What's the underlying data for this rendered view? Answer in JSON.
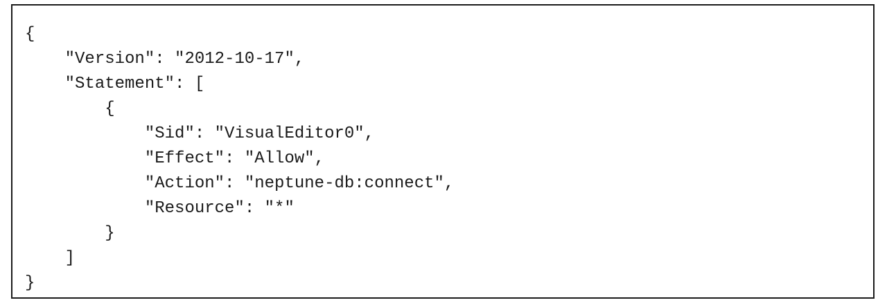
{
  "code": {
    "lines": [
      "{",
      "    \"Version\": \"2012-10-17\",",
      "    \"Statement\": [",
      "        {",
      "            \"Sid\": \"VisualEditor0\",",
      "            \"Effect\": \"Allow\",",
      "            \"Action\": \"neptune-db:connect\",",
      "            \"Resource\": \"*\"",
      "        }",
      "    ]",
      "}"
    ]
  }
}
